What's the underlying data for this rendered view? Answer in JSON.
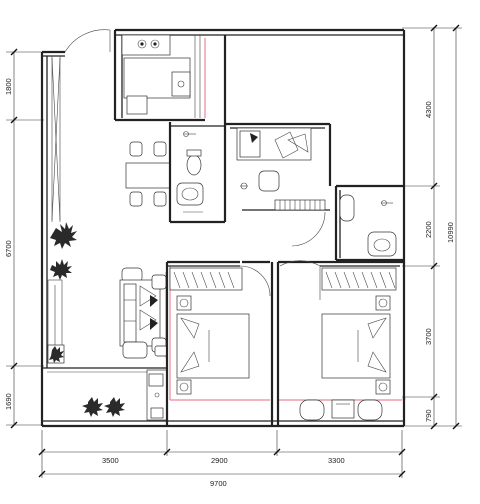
{
  "dimensions": {
    "left": [
      "1800",
      "6700",
      "1690"
    ],
    "right": [
      "4300",
      "2200",
      "3700",
      "790"
    ],
    "right_total": "10990",
    "bottom": [
      "3500",
      "2900",
      "3300"
    ],
    "bottom_total": "9700"
  },
  "colors": {
    "wall": "#222222",
    "partition_highlight": "#e58a9a",
    "background": "#ffffff"
  },
  "rooms": [
    "kitchen",
    "dining-area",
    "bathroom-1",
    "study",
    "bathroom-2",
    "living-room",
    "bedroom-1",
    "bedroom-2",
    "balcony"
  ]
}
